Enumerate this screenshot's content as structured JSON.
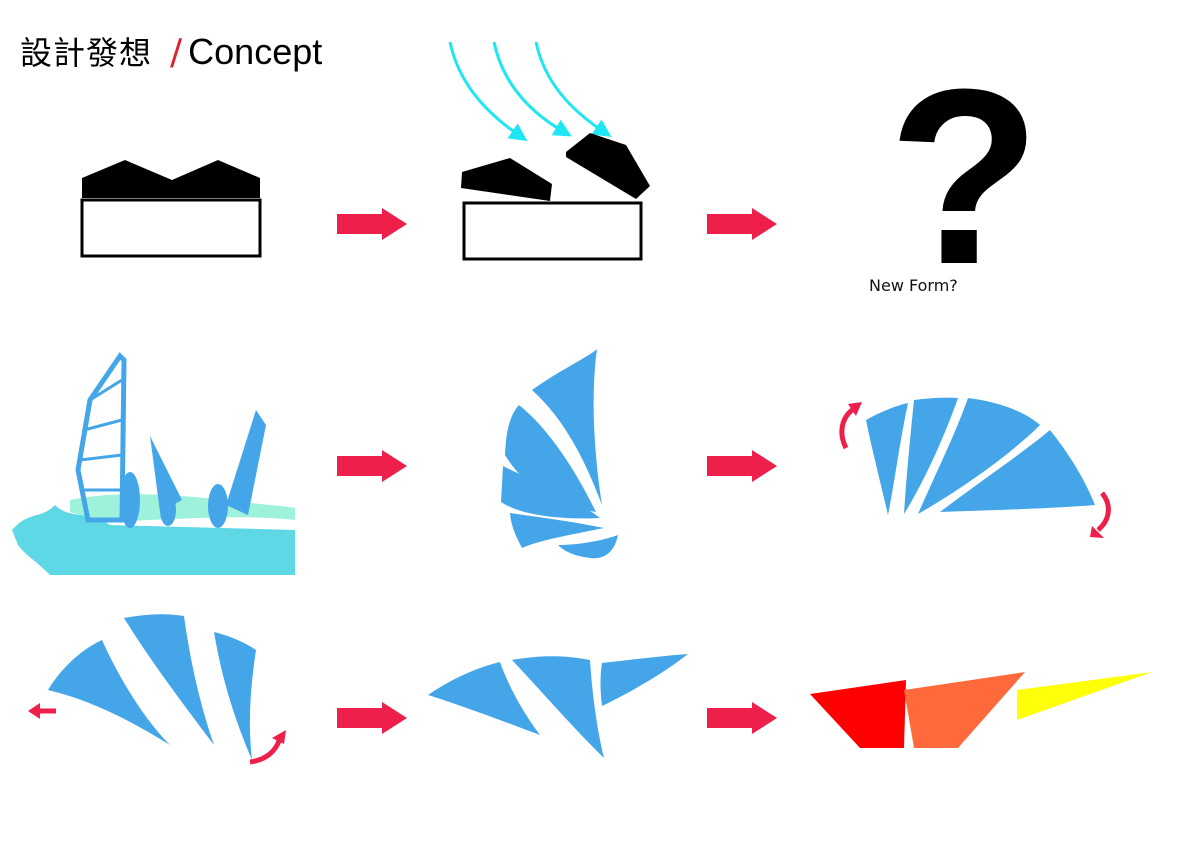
{
  "title": {
    "zh": "設計發想",
    "slash": "/",
    "en": "Concept"
  },
  "question": {
    "mark": "?",
    "caption": "New Form?"
  },
  "colors": {
    "arrow": "#ee1f4a",
    "sail_blue": "#44a6e8",
    "wind_cyan": "#1ee6f2",
    "water": "#5fd8e6",
    "shape_red": "#ff0000",
    "shape_orange": "#ff6a3d",
    "shape_yellow": "#ffff0a"
  },
  "rows": [
    {
      "id": "row-1",
      "steps": [
        "roof-building",
        "wind-split-roof",
        "new-form-question"
      ]
    },
    {
      "id": "row-2",
      "steps": [
        "windsurfers-photo",
        "sail-segments",
        "rotated-sail"
      ]
    },
    {
      "id": "row-3",
      "steps": [
        "reflowed-sail",
        "flattened-sail",
        "colored-triangles"
      ]
    }
  ]
}
